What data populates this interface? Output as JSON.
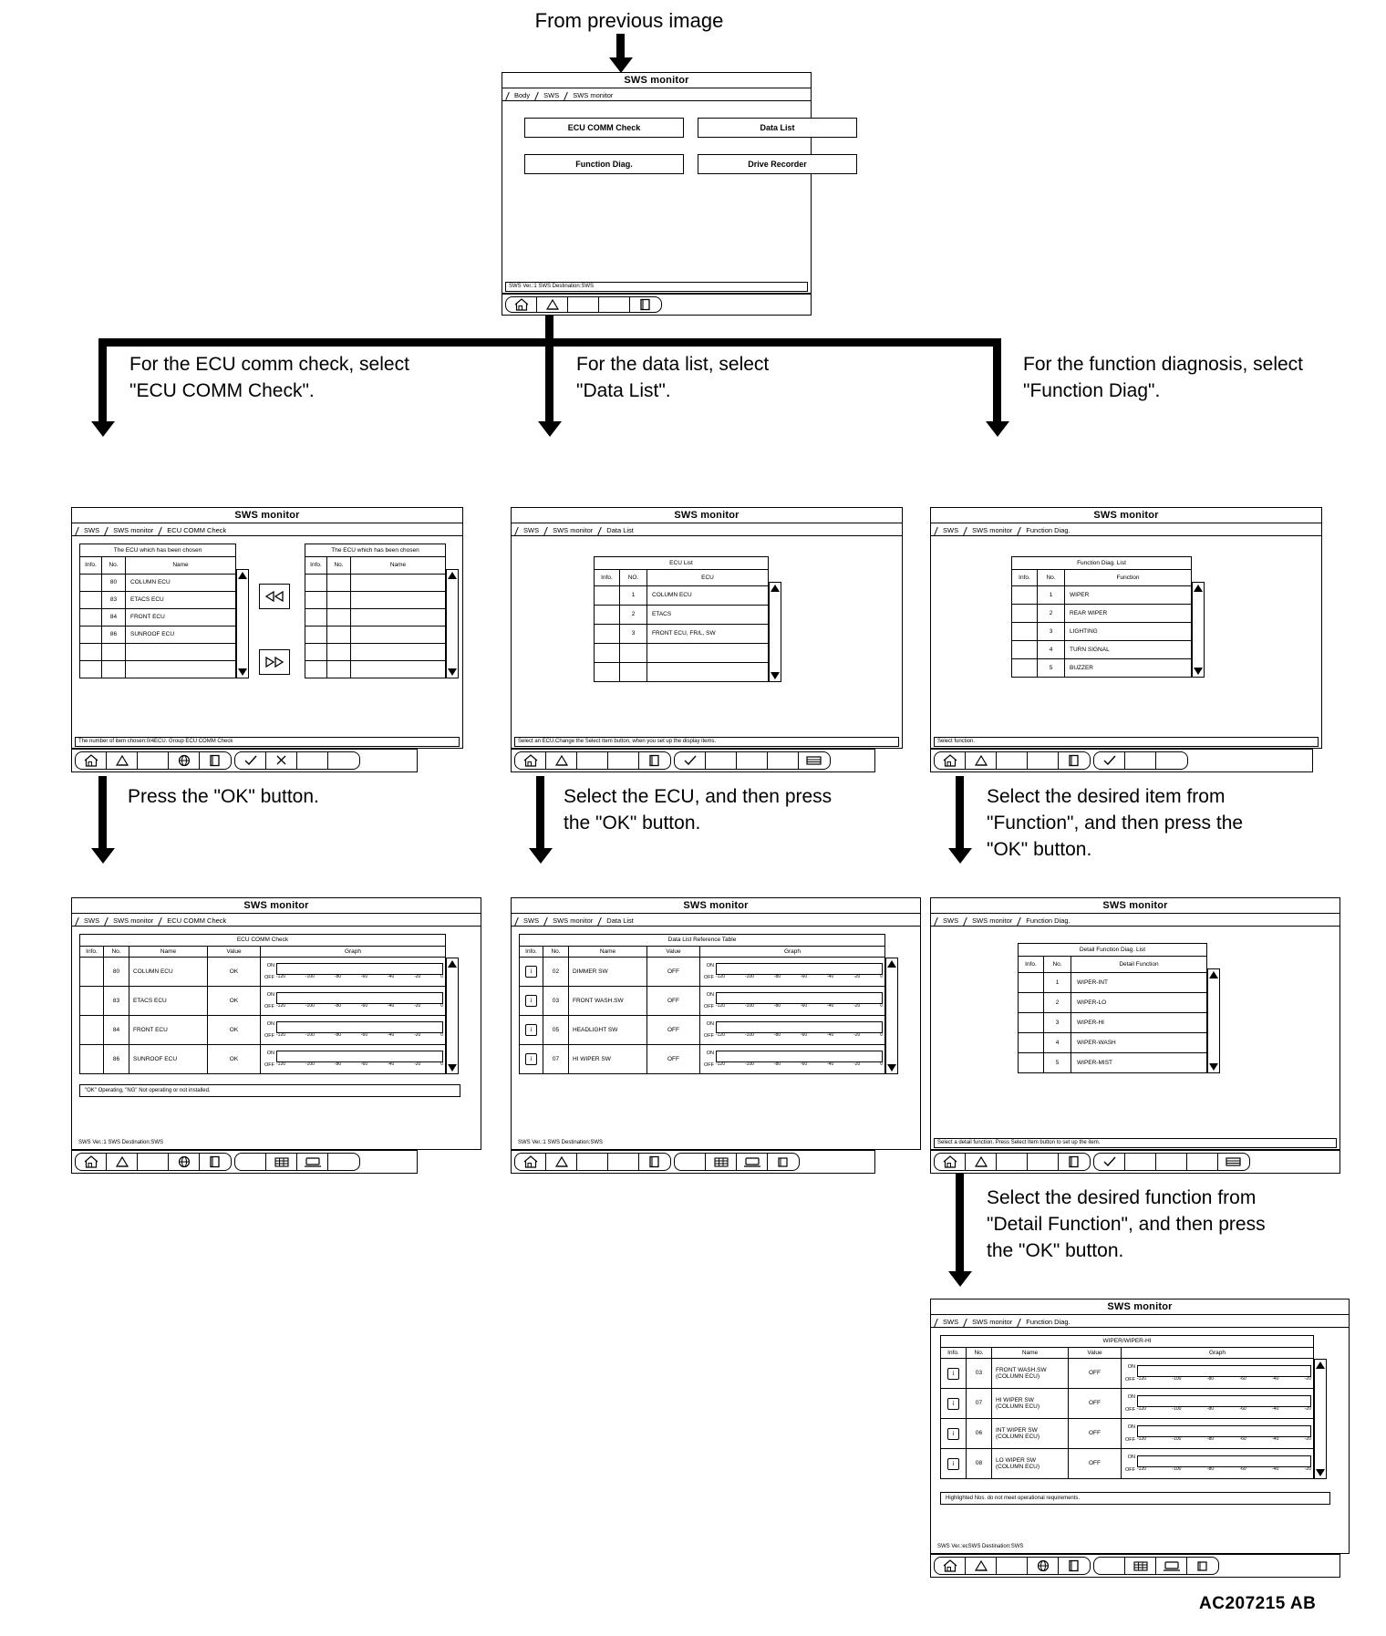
{
  "diagram": {
    "figure_id": "AC207215 AB",
    "top_label": "From previous image",
    "branch_captions": {
      "ecu_comm": "For the ECU comm check, select\n\"ECU COMM Check\".",
      "data_list": "For the data list, select\n\"Data List\".",
      "function_diag": "For the function diagnosis, select\n\"Function Diag\"."
    },
    "step_captions": {
      "ecu_comm_ok": "Press the \"OK\" button.",
      "data_list_ok": "Select the ECU, and then press\nthe \"OK\" button.",
      "function_diag_ok": "Select the desired item from\n\"Function\", and then press the\n\"OK\" button.",
      "detail_function_ok": "Select the desired function from\n\"Detail Function\", and then press\nthe \"OK\" button."
    }
  },
  "common": {
    "window_title": "SWS monitor",
    "version_status": "SWS Ver.:1 SWS Destination:SWS",
    "toolbar_icons": [
      "home-icon",
      "back-icon",
      "blank",
      "blank",
      "page-icon",
      "check-icon",
      "scissors-icon",
      "grid-icon",
      "screen-icon",
      "record-icon"
    ]
  },
  "screen_menu": {
    "breadcrumb": [
      "Body",
      "SWS",
      "SWS monitor"
    ],
    "buttons": [
      {
        "label": "ECU COMM Check"
      },
      {
        "label": "Data List"
      },
      {
        "label": "Function Diag."
      },
      {
        "label": "Drive Recorder"
      }
    ]
  },
  "screen_ecu_comm_select": {
    "breadcrumb": [
      "SWS",
      "SWS monitor",
      "ECU COMM Check"
    ],
    "left_caption": "The ECU which has been chosen",
    "right_caption": "The ECU which has been chosen",
    "columns": [
      "Info.",
      "No.",
      "Name"
    ],
    "rows": [
      {
        "info": "",
        "no": "80",
        "name": "COLUMN ECU"
      },
      {
        "info": "",
        "no": "83",
        "name": "ETACS ECU"
      },
      {
        "info": "",
        "no": "84",
        "name": "FRONT ECU"
      },
      {
        "info": "",
        "no": "86",
        "name": "SUNROOF ECU"
      },
      {
        "info": "",
        "no": "",
        "name": ""
      },
      {
        "info": "",
        "no": "",
        "name": ""
      }
    ],
    "right_rows": 6,
    "move_left_icon": "double-arrow-left-icon",
    "move_right_icon": "double-arrow-right-icon",
    "status": "The number of item chosen:0/4ECU. Group ECU COMM Check"
  },
  "screen_data_list_select": {
    "breadcrumb": [
      "SWS",
      "SWS monitor",
      "Data List"
    ],
    "table_caption": "ECU List",
    "columns": [
      "Info.",
      "NO.",
      "ECU"
    ],
    "rows": [
      {
        "info": "",
        "no": "1",
        "ecu": "COLUMN ECU"
      },
      {
        "info": "",
        "no": "2",
        "ecu": "ETACS"
      },
      {
        "info": "",
        "no": "3",
        "ecu": "FRONT ECU, FR/L, SW"
      },
      {
        "info": "",
        "no": "",
        "ecu": ""
      },
      {
        "info": "",
        "no": "",
        "ecu": ""
      }
    ],
    "status": "Select an ECU.Change the Select Item button, when you set up the display items."
  },
  "screen_function_diag_select": {
    "breadcrumb": [
      "SWS",
      "SWS monitor",
      "Function Diag."
    ],
    "table_caption": "Function Diag. List",
    "columns": [
      "Info.",
      "No.",
      "Function"
    ],
    "rows": [
      {
        "info": "",
        "no": "1",
        "function": "WIPER"
      },
      {
        "info": "",
        "no": "2",
        "function": "REAR WIPER"
      },
      {
        "info": "",
        "no": "3",
        "function": "LIGHTING"
      },
      {
        "info": "",
        "no": "4",
        "function": "TURN SIGNAL"
      },
      {
        "info": "",
        "no": "5",
        "function": "BUZZER"
      }
    ],
    "status": "Select function."
  },
  "screen_ecu_comm_result": {
    "breadcrumb": [
      "SWS",
      "SWS monitor",
      "ECU COMM Check"
    ],
    "table_caption": "ECU COMM Check",
    "columns": [
      "Info.",
      "No.",
      "Name",
      "Value",
      "Graph"
    ],
    "graph_labels": {
      "on": "ON",
      "off": "OFF"
    },
    "graph_ticks": [
      "-120",
      "-100",
      "-80",
      "-60",
      "-40",
      "-20",
      "0"
    ],
    "rows": [
      {
        "info": "",
        "no": "80",
        "name": "COLUMN ECU",
        "value": "OK"
      },
      {
        "info": "",
        "no": "83",
        "name": "ETACS ECU",
        "value": "OK"
      },
      {
        "info": "",
        "no": "84",
        "name": "FRONT ECU",
        "value": "OK"
      },
      {
        "info": "",
        "no": "86",
        "name": "SUNROOF ECU",
        "value": "OK"
      }
    ],
    "footnote": "\"OK\" Operating, \"NG\" Not operating or not installed."
  },
  "screen_data_list_result": {
    "breadcrumb": [
      "SWS",
      "SWS monitor",
      "Data List"
    ],
    "table_caption": "Data List Reference Table",
    "columns": [
      "Info.",
      "No.",
      "Name",
      "Value",
      "Graph"
    ],
    "graph_labels": {
      "on": "ON",
      "off": "OFF"
    },
    "graph_ticks": [
      "-120",
      "-100",
      "-80",
      "-60",
      "-40",
      "-20",
      "0"
    ],
    "rows": [
      {
        "info": "i",
        "no": "02",
        "name": "DIMMER SW",
        "value": "OFF"
      },
      {
        "info": "i",
        "no": "03",
        "name": "FRONT WASH.SW",
        "value": "OFF"
      },
      {
        "info": "i",
        "no": "05",
        "name": "HEADLIGHT SW",
        "value": "OFF"
      },
      {
        "info": "i",
        "no": "07",
        "name": "HI WIPER SW",
        "value": "OFF"
      }
    ]
  },
  "screen_detail_function_list": {
    "breadcrumb": [
      "SWS",
      "SWS monitor",
      "Function Diag."
    ],
    "table_caption": "Detail Function Diag. List",
    "columns": [
      "Info.",
      "No.",
      "Detail Function"
    ],
    "rows": [
      {
        "info": "",
        "no": "1",
        "detail": "WIPER-INT"
      },
      {
        "info": "",
        "no": "2",
        "detail": "WIPER-LO"
      },
      {
        "info": "",
        "no": "3",
        "detail": "WIPER-HI"
      },
      {
        "info": "",
        "no": "4",
        "detail": "WIPER-WASH"
      },
      {
        "info": "",
        "no": "5",
        "detail": "WIPER-MIST"
      }
    ],
    "status": "Select a detail function. Press Select Item button to set up the item."
  },
  "screen_function_diag_result": {
    "breadcrumb": [
      "SWS",
      "SWS monitor",
      "Function Diag."
    ],
    "table_caption": "WIPER/WIPER-HI",
    "columns": [
      "Info.",
      "No.",
      "Name",
      "Value",
      "Graph"
    ],
    "graph_labels": {
      "on": "ON",
      "off": "OFF"
    },
    "graph_ticks": [
      "-120",
      "-100",
      "-80",
      "-60",
      "-40",
      "-20"
    ],
    "rows": [
      {
        "info": "i",
        "no": "03",
        "name": "FRONT WASH.SW\n(COLUMN ECU)",
        "value": "OFF"
      },
      {
        "info": "i",
        "no": "07",
        "name": "HI WIPER SW\n(COLUMN ECU)",
        "value": "OFF"
      },
      {
        "info": "i",
        "no": "06",
        "name": "INT WIPER SW\n(COLUMN ECU)",
        "value": "OFF"
      },
      {
        "info": "i",
        "no": "08",
        "name": "LO WIPER SW\n(COLUMN ECU)",
        "value": "OFF"
      }
    ],
    "footnote": "Highlighted Nos. do not meet operational requirements.",
    "status": "SWS Ver.:ecSWS Destination:SWS"
  }
}
